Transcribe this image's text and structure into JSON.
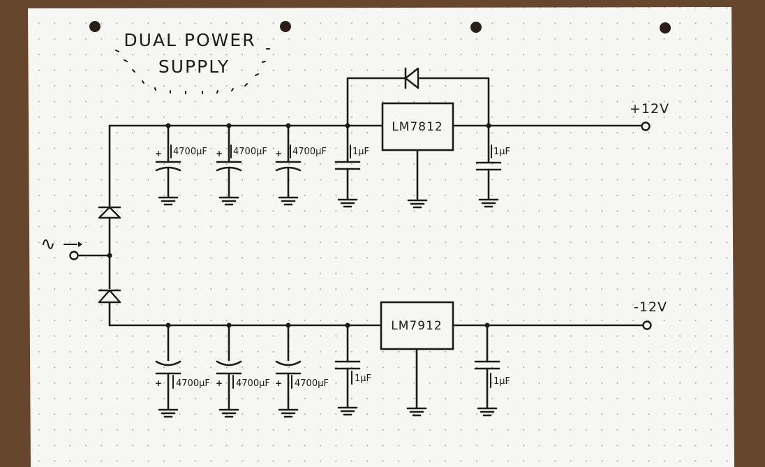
{
  "title": {
    "line1": "DUAL POWER",
    "line2": "SUPPLY"
  },
  "colors": {
    "paper": "#f6f6f3",
    "ink": "#1d1a17",
    "grid_dot": "#a9a9a4",
    "wood": "#6b4a30"
  },
  "regulators": {
    "positive": "LM7812",
    "negative": "LM7912"
  },
  "outputs": {
    "positive": "+12V",
    "negative": "-12V"
  },
  "top_capacitors": [
    {
      "value": "4700µF",
      "polarity": "+"
    },
    {
      "value": "4700µF",
      "polarity": "+"
    },
    {
      "value": "4700µF",
      "polarity": "+"
    },
    {
      "value": "1µF",
      "polarity": ""
    },
    {
      "value": "1µF",
      "polarity": ""
    }
  ],
  "bottom_capacitors": [
    {
      "value": "4700µF",
      "polarity": "+"
    },
    {
      "value": "4700µF",
      "polarity": "+"
    },
    {
      "value": "4700µF",
      "polarity": "+"
    },
    {
      "value": "1µF",
      "polarity": ""
    },
    {
      "value": "1µF",
      "polarity": ""
    }
  ],
  "ac_input_symbol": "∿"
}
